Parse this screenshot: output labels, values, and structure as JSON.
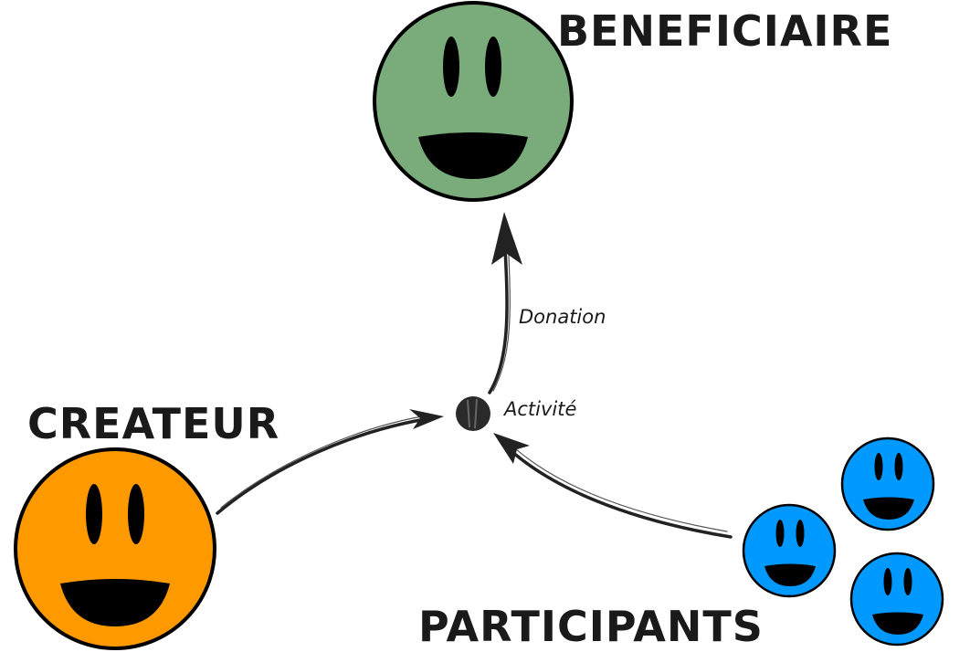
{
  "diagram": {
    "nodes": {
      "beneficiaire": {
        "label": "BENEFICIAIRE",
        "color": "#7aab7a"
      },
      "createur": {
        "label": "CREATEUR",
        "color": "#ff9900"
      },
      "participants": {
        "label": "PARTICIPANTS",
        "color": "#0099ff"
      },
      "activite": {
        "label": "Activité"
      }
    },
    "edges": {
      "donation": {
        "label": "Donation"
      }
    }
  }
}
